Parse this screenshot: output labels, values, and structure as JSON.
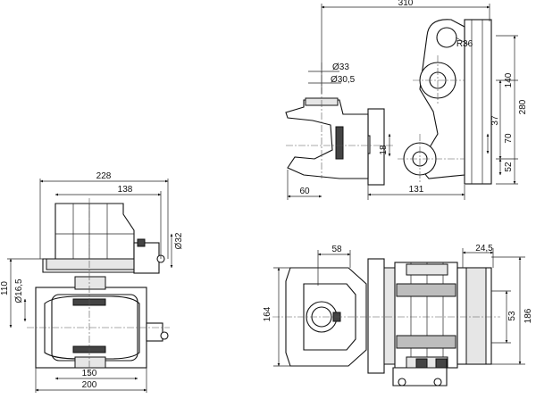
{
  "drawing": {
    "views": {
      "front": {
        "dims": {
          "width_overall": "228",
          "width_upper": "138",
          "dia_pin": "Ø32",
          "height_mid": "110",
          "dia_small": "Ø16,5",
          "width_lower": "150",
          "width_base": "200"
        }
      },
      "side": {
        "dims": {
          "length_total": "310",
          "radius": "R36",
          "dia_outer": "Ø33",
          "dia_inner": "Ø30,5",
          "height_140": "140",
          "height_280": "280",
          "offset_37": "37",
          "offset_70": "70",
          "offset_18": "18",
          "offset_52": "52",
          "jaw_60": "60",
          "plate_131": "131"
        }
      },
      "top": {
        "dims": {
          "depth_58": "58",
          "depth_24_5": "24,5",
          "height_164": "164",
          "height_53": "53",
          "height_186": "186"
        }
      }
    }
  }
}
